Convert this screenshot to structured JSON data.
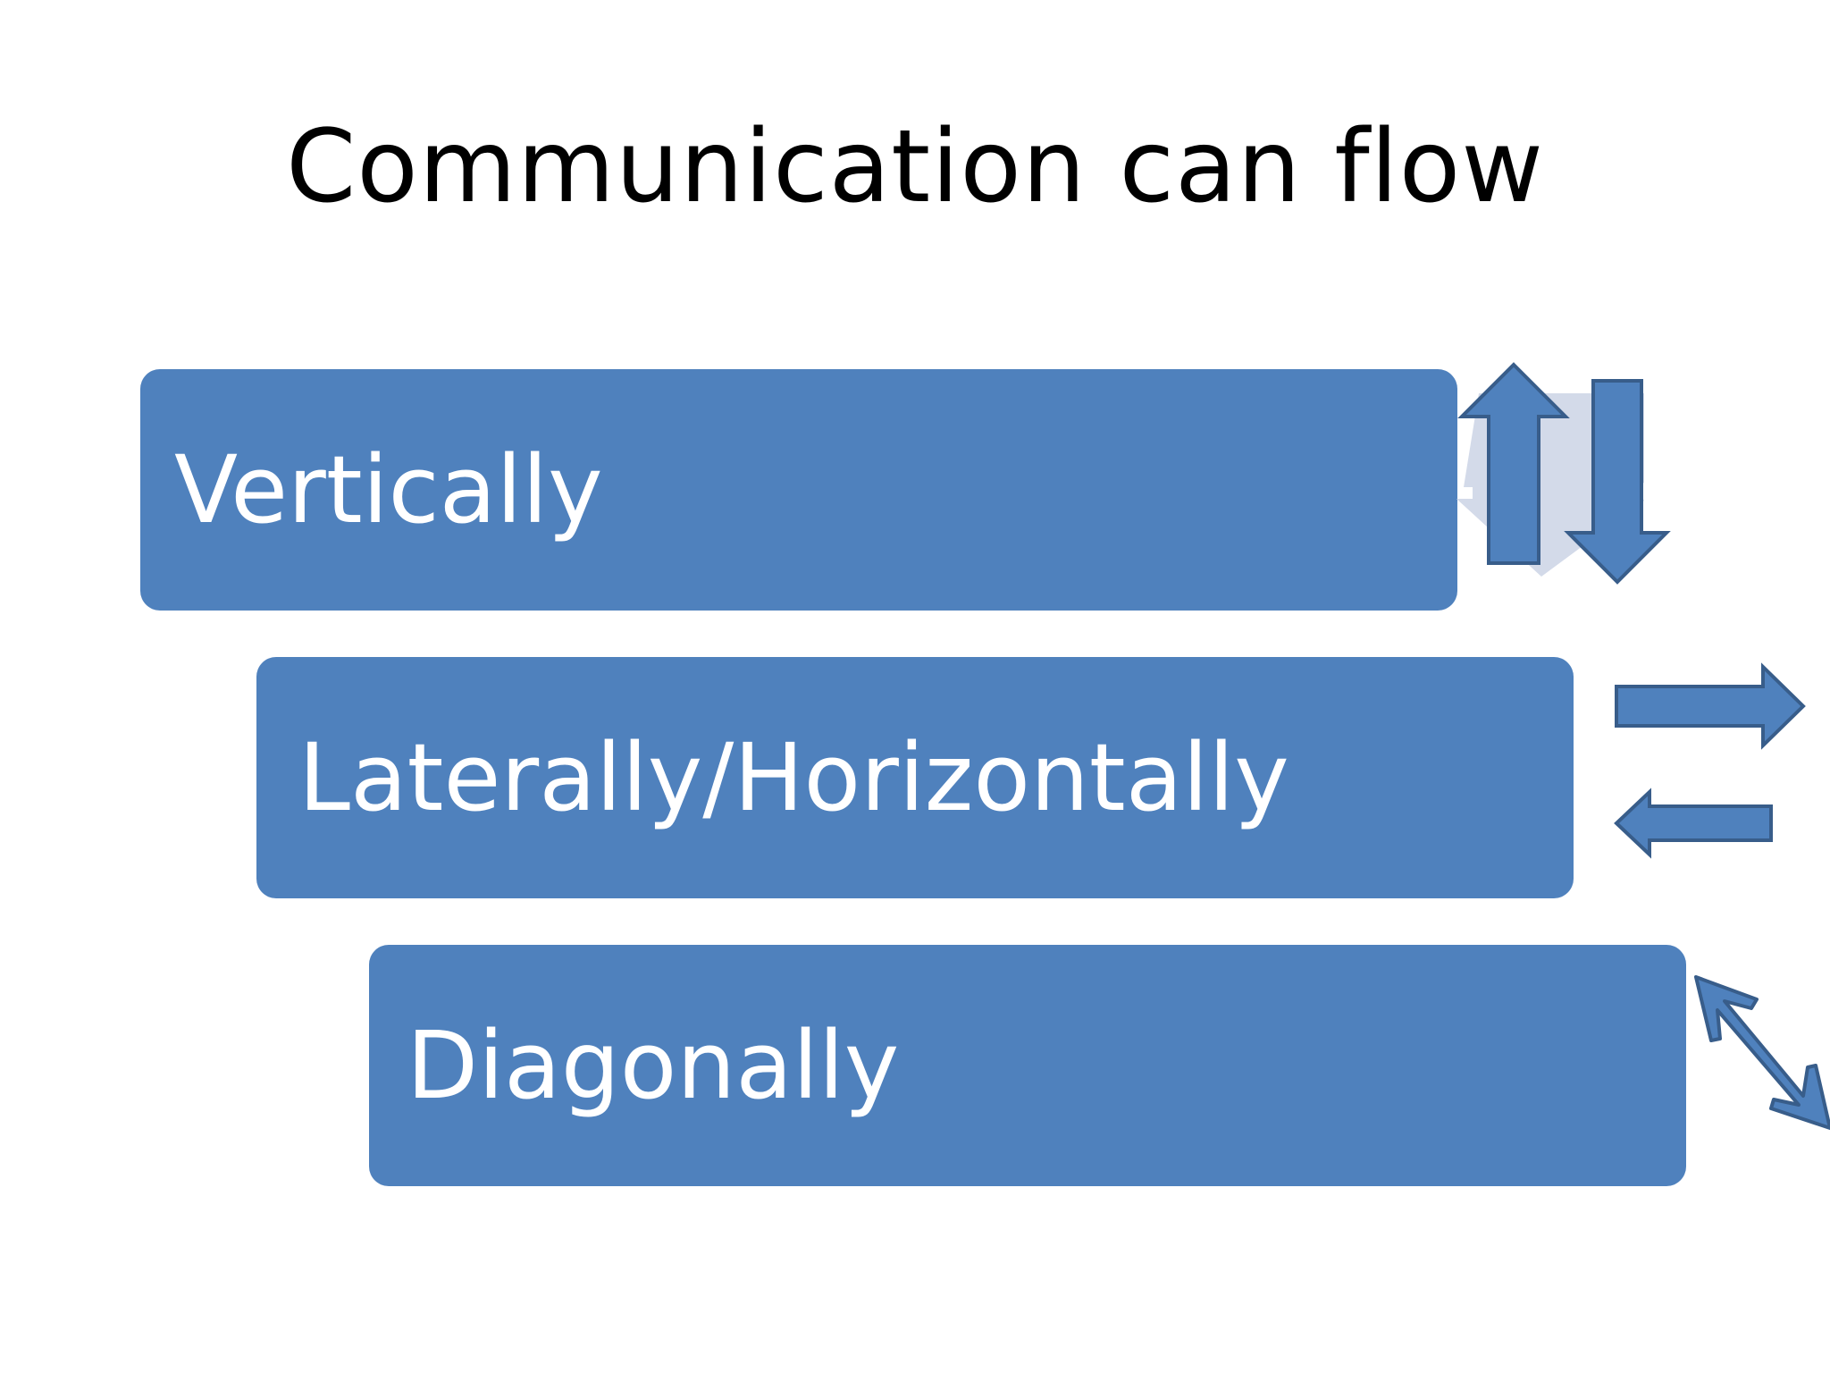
{
  "title": "Communication can flow",
  "items": [
    {
      "label": "Vertically",
      "arrow": "up-down-arrows-icon"
    },
    {
      "label": "Laterally/Horizontally",
      "arrow": "left-right-arrows-icon"
    },
    {
      "label": "Diagonally",
      "arrow": "diagonal-double-arrow-icon"
    }
  ],
  "colors": {
    "box_fill": "#4f81bd",
    "arrow_fill": "#4f81bd",
    "arrow_stroke": "#385d8a",
    "shadow": "#d3dae9",
    "title_text": "#000000",
    "box_text": "#ffffff"
  }
}
